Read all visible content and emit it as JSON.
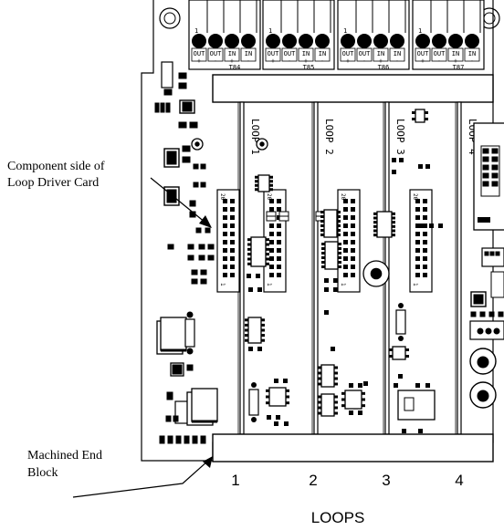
{
  "callouts": {
    "component_side_line1": "Component side of",
    "component_side_line2": "Loop Driver Card",
    "end_block_line1": "Machined End",
    "end_block_line2": "Block"
  },
  "loop_cards": [
    {
      "label": "LOOP 1",
      "number": "1"
    },
    {
      "label": "LOOP 2",
      "number": "2"
    },
    {
      "label": "LOOP 3",
      "number": "3"
    },
    {
      "label": "LOOP 4",
      "number": "4"
    }
  ],
  "terminals": [
    {
      "id": "T84",
      "pins": [
        "OUT +",
        "OUT -",
        "IN +",
        "IN -"
      ],
      "pin1": "1"
    },
    {
      "id": "T85",
      "pins": [
        "OUT +",
        "OUT -",
        "IN +",
        "IN -"
      ],
      "pin1": "1"
    },
    {
      "id": "T86",
      "pins": [
        "OUT +",
        "OUT -",
        "IN +",
        "IN -"
      ],
      "pin1": "1"
    },
    {
      "id": "T87",
      "pins": [
        "OUT +",
        "OUT -",
        "IN +",
        "IN -"
      ],
      "pin1": "1"
    }
  ],
  "connector_pins": {
    "top": "20",
    "bottom": "1"
  },
  "bottom_caption": "LOOPS"
}
